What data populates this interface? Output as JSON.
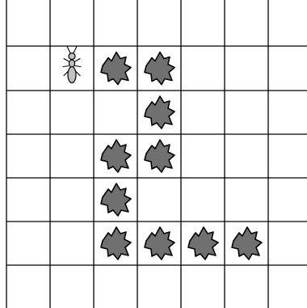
{
  "board": {
    "rows": 7,
    "cols": 7,
    "background": "#ffffff",
    "line_color": "#000000",
    "leaf_color": "#707070",
    "ant_color": "#c0c0c0"
  },
  "ant": {
    "row": 1,
    "col": 1,
    "facing": "up",
    "icon": "ant-icon"
  },
  "leaves": [
    {
      "row": 1,
      "col": 2
    },
    {
      "row": 1,
      "col": 3
    },
    {
      "row": 2,
      "col": 3
    },
    {
      "row": 3,
      "col": 2
    },
    {
      "row": 3,
      "col": 3
    },
    {
      "row": 4,
      "col": 2
    },
    {
      "row": 5,
      "col": 2
    },
    {
      "row": 5,
      "col": 3
    },
    {
      "row": 5,
      "col": 4
    },
    {
      "row": 5,
      "col": 5
    }
  ]
}
